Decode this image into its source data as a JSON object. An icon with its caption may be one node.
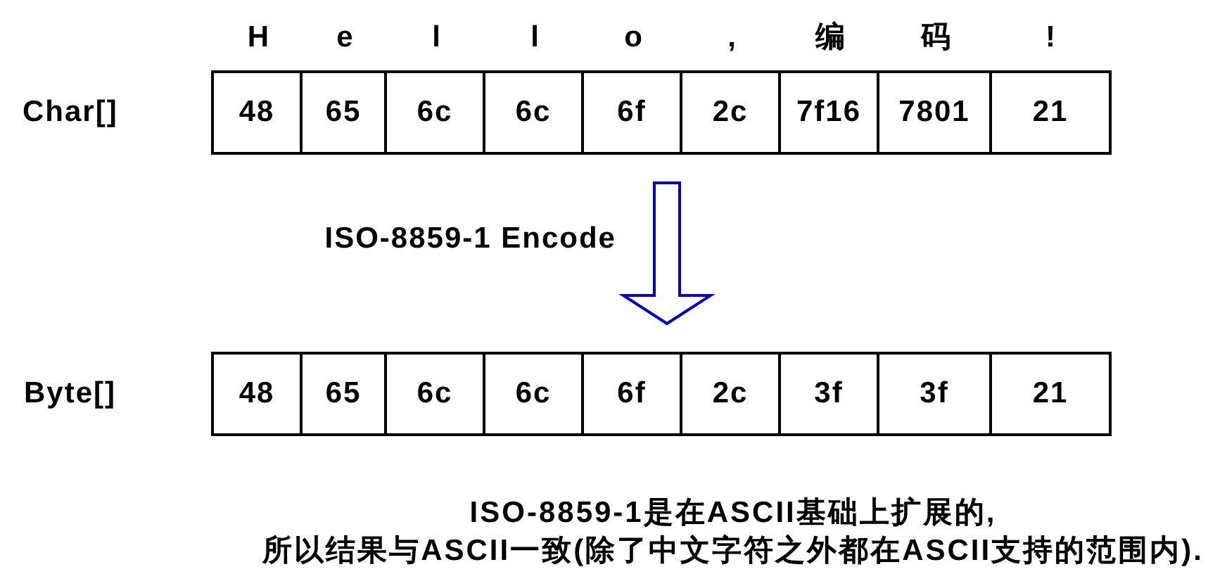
{
  "diagram": {
    "nodes": [
      {
        "text": [
          "Char[]"
        ]
      },
      {
        "text": [
          "48"
        ],
        "beside": [
          "H"
        ],
        "in": 0
      },
      {
        "text": [
          "65"
        ],
        "beside": [
          "e"
        ],
        "in": 0
      },
      {
        "text": [
          "6c"
        ],
        "beside": [
          "l"
        ],
        "in": 0
      },
      {
        "text": [
          "6c"
        ],
        "beside": [
          "l"
        ],
        "in": 0
      },
      {
        "text": [
          "6f"
        ],
        "beside": [
          "o"
        ],
        "in": 0
      },
      {
        "text": [
          "2c"
        ],
        "beside": [
          ","
        ],
        "in": 0
      },
      {
        "text": [
          "7f16"
        ],
        "beside": [
          "编"
        ],
        "in": 0
      },
      {
        "text": [
          "7801"
        ],
        "beside": [
          "码"
        ],
        "in": 0
      },
      {
        "text": [
          "21"
        ],
        "beside": [
          "!"
        ],
        "in": 0
      },
      {
        "text": [
          "Byte[]"
        ]
      },
      {
        "text": [
          "48"
        ],
        "in": 10
      },
      {
        "text": [
          "65"
        ],
        "in": 10
      },
      {
        "text": [
          "6c"
        ],
        "in": 10
      },
      {
        "text": [
          "6c"
        ],
        "in": 10
      },
      {
        "text": [
          "6f"
        ],
        "in": 10
      },
      {
        "text": [
          "2c"
        ],
        "in": 10
      },
      {
        "text": [
          "3f"
        ],
        "in": 10
      },
      {
        "text": [
          "3f"
        ],
        "in": 10
      },
      {
        "text": [
          "21"
        ],
        "in": 10
      }
    ],
    "edges": [
      {
        "from": 0,
        "to": 10,
        "arrow": "to",
        "label": "ISO-8859-1 Encode",
        "style": "thick",
        "color": "#0000cc"
      }
    ],
    "labels": [
      "ISO-8859-1是在ASCII基础上扩展的,",
      "所以结果与ASCII一致(除了中文字符之外都在ASCII支持的范围内)."
    ]
  }
}
